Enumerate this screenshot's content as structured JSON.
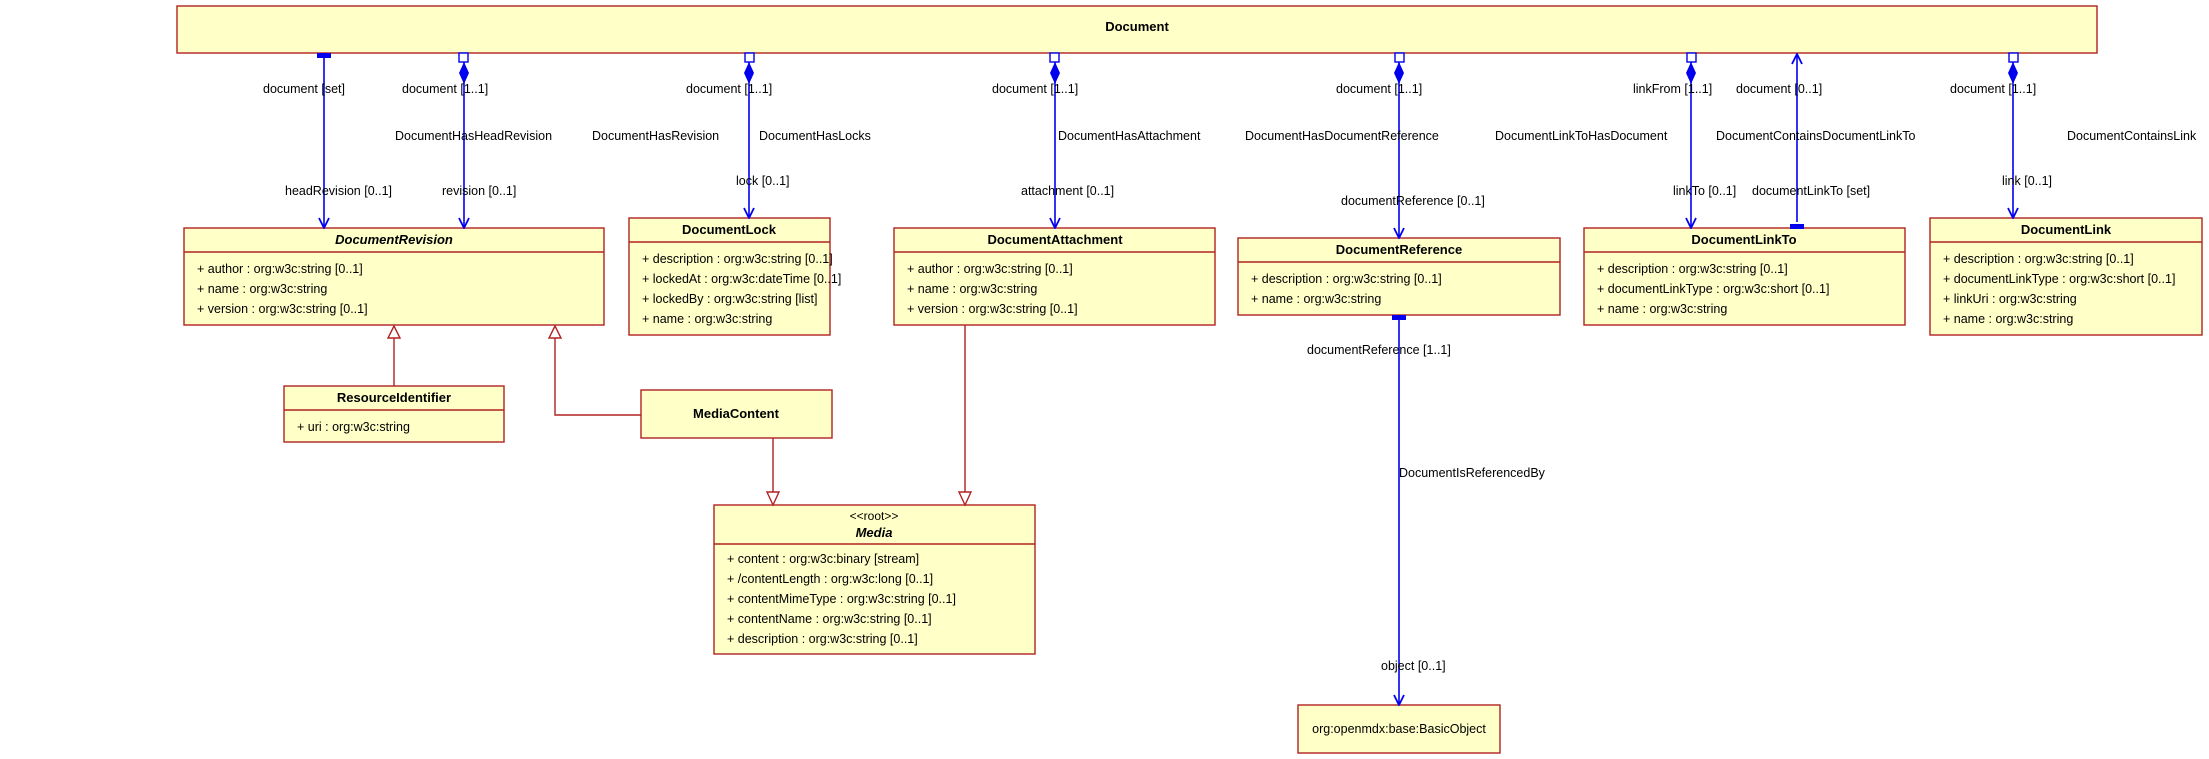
{
  "classes": {
    "document": {
      "title": "Document"
    },
    "document_revision": {
      "title": "DocumentRevision",
      "attributes": [
        "+ author : org:w3c:string [0..1]",
        "+ name : org:w3c:string",
        "+ version : org:w3c:string [0..1]"
      ]
    },
    "resource_identifier": {
      "title": "ResourceIdentifier",
      "attributes": [
        "+ uri : org:w3c:string"
      ]
    },
    "media_content": {
      "title": "MediaContent"
    },
    "document_lock": {
      "title": "DocumentLock",
      "attributes": [
        "+ description : org:w3c:string [0..1]",
        "+ lockedAt : org:w3c:dateTime [0..1]",
        "+ lockedBy : org:w3c:string [list]",
        "+ name : org:w3c:string"
      ]
    },
    "document_attachment": {
      "title": "DocumentAttachment",
      "attributes": [
        "+ author : org:w3c:string [0..1]",
        "+ name : org:w3c:string",
        "+ version : org:w3c:string [0..1]"
      ]
    },
    "media": {
      "stereotype": "<<root>>",
      "title": "Media",
      "attributes": [
        "+ content : org:w3c:binary [stream]",
        "+ /contentLength : org:w3c:long [0..1]",
        "+ contentMimeType : org:w3c:string [0..1]",
        "+ contentName : org:w3c:string [0..1]",
        "+ description : org:w3c:string [0..1]"
      ]
    },
    "document_reference": {
      "title": "DocumentReference",
      "attributes": [
        "+ description : org:w3c:string [0..1]",
        "+ name : org:w3c:string"
      ]
    },
    "basic_object": {
      "title": "org:openmdx:base:BasicObject"
    },
    "document_link_to": {
      "title": "DocumentLinkTo",
      "attributes": [
        "+ description : org:w3c:string [0..1]",
        "+ documentLinkType : org:w3c:short [0..1]",
        "+ name : org:w3c:string"
      ]
    },
    "document_link": {
      "title": "DocumentLink",
      "attributes": [
        "+ description : org:w3c:string [0..1]",
        "+ documentLinkType : org:w3c:short [0..1]",
        "+ linkUri : org:w3c:string",
        "+ name : org:w3c:string"
      ]
    }
  },
  "associations": {
    "head_revision": {
      "source_role": "document [set]",
      "target_role": "headRevision [0..1]"
    },
    "has_head_revision": {
      "name": "DocumentHasHeadRevision",
      "source_role": "document [1..1]",
      "target_role": "revision [0..1]"
    },
    "has_revision": {
      "name": "DocumentHasRevision"
    },
    "has_locks": {
      "name": "DocumentHasLocks",
      "source_role": "document [1..1]",
      "target_role": "lock [0..1]"
    },
    "has_attachment": {
      "name": "DocumentHasAttachment",
      "source_role": "document [1..1]",
      "target_role": "attachment [0..1]"
    },
    "has_document_reference": {
      "name": "DocumentHasDocumentReference",
      "source_role": "document [1..1]",
      "target_role": "documentReference [0..1]"
    },
    "is_referenced_by": {
      "name": "DocumentIsReferencedBy",
      "source_role": "documentReference [1..1]",
      "target_role": "object [0..1]"
    },
    "link_to_has_document": {
      "name": "DocumentLinkToHasDocument",
      "source_role": "linkFrom [1..1]",
      "target_role": "linkTo [0..1]"
    },
    "contains_document_link_to": {
      "name": "DocumentContainsDocumentLinkTo",
      "source_role": "document [0..1]",
      "target_role": "documentLinkTo [set]"
    },
    "contains_link": {
      "name": "DocumentContainsLink",
      "source_role": "document [1..1]",
      "target_role": "link [0..1]"
    }
  },
  "colors": {
    "class_fill": "#ffffc8",
    "class_border": "#b22222",
    "association": "#0000ee"
  }
}
